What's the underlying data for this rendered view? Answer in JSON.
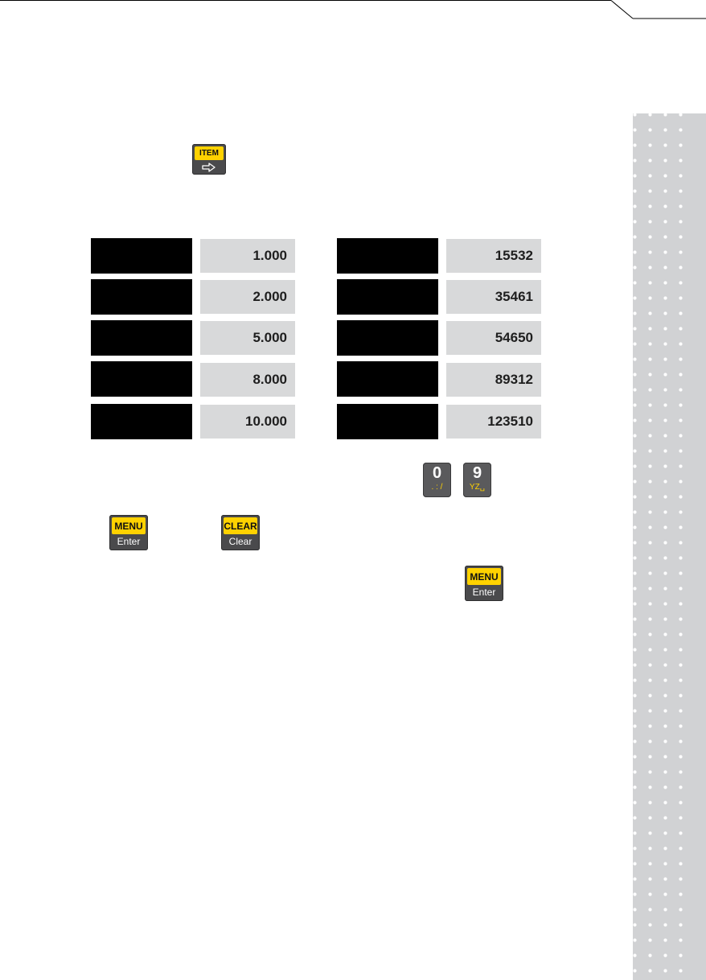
{
  "keys": {
    "item": {
      "top_label": "ITEM",
      "bottom_icon": "arrow-right-icon"
    },
    "menu": {
      "top_label": "MENU",
      "bottom_label": "Enter"
    },
    "clear": {
      "top_label": "CLEAR",
      "bottom_label": "Clear"
    },
    "zero": {
      "digit": "0",
      "sub_label": ". : /"
    },
    "nine": {
      "digit": "9",
      "sub_label": "YZ␣"
    }
  },
  "weight_values": [
    "1.000",
    "2.000",
    "5.000",
    "8.000",
    "10.000"
  ],
  "count_values": [
    "15532",
    "35461",
    "54650",
    "89312",
    "123510"
  ],
  "colors": {
    "key_yellow": "#ffd200",
    "key_body": "#4a4a4c",
    "value_cell_bg": "#d8d9da",
    "side_strip": "#d1d2d4"
  }
}
